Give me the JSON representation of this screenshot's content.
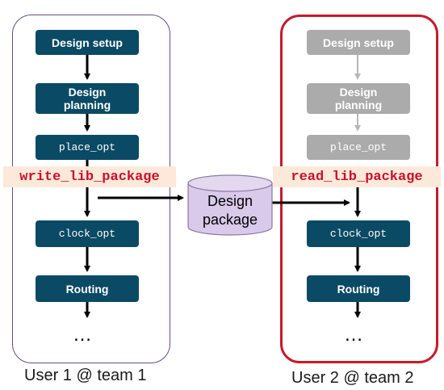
{
  "left_flow": {
    "steps": [
      "Design setup",
      "Design\nplanning",
      "place_opt",
      "clock_opt",
      "Routing"
    ],
    "command": "write_lib_package",
    "ellipsis": "…",
    "caption": "User 1 @ team 1"
  },
  "right_flow": {
    "steps": [
      "Design setup",
      "Design\nplanning",
      "place_opt",
      "clock_opt",
      "Routing"
    ],
    "command": "read_lib_package",
    "ellipsis": "…",
    "caption": "User 2 @ team 2"
  },
  "package": {
    "line1": "Design",
    "line2": "package"
  },
  "colors": {
    "active": "#0b4a64",
    "faded": "#ababab",
    "command_text": "#c8102e",
    "command_bg": "#fde9d9",
    "package_fill": "#d9c9ea",
    "right_frame": "#c81a2a"
  }
}
